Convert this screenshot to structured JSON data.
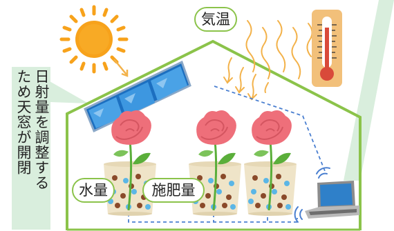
{
  "labels": {
    "temperature": "気温",
    "water": "水量",
    "fertilizer": "施肥量"
  },
  "callout": {
    "line1": "日射量を調整する",
    "line2": "ため天窓が開閉"
  },
  "colors": {
    "house_outline": "#8bc34a",
    "callout_bg": "#d9eedd",
    "sun": "#f7a21b",
    "heat_waves": "#f3b24a",
    "panel": "#3b8fd8",
    "rose": "#ee6f7a",
    "leaf": "#5aae3a",
    "pot": "#efe4c8",
    "network_line": "#4a7fd0",
    "thermometer_bg": "#f2c07a",
    "thermometer_red": "#d94a3a",
    "laptop": "#8c8c8c"
  },
  "icons": {
    "sun": "sun-icon",
    "solar_panel": "skylight-icon",
    "heat": "heat-wave-icon",
    "thermometer": "thermometer-icon",
    "flower": "rose-icon",
    "pot": "pot-icon",
    "laptop": "laptop-icon",
    "wifi": "wifi-icon"
  }
}
